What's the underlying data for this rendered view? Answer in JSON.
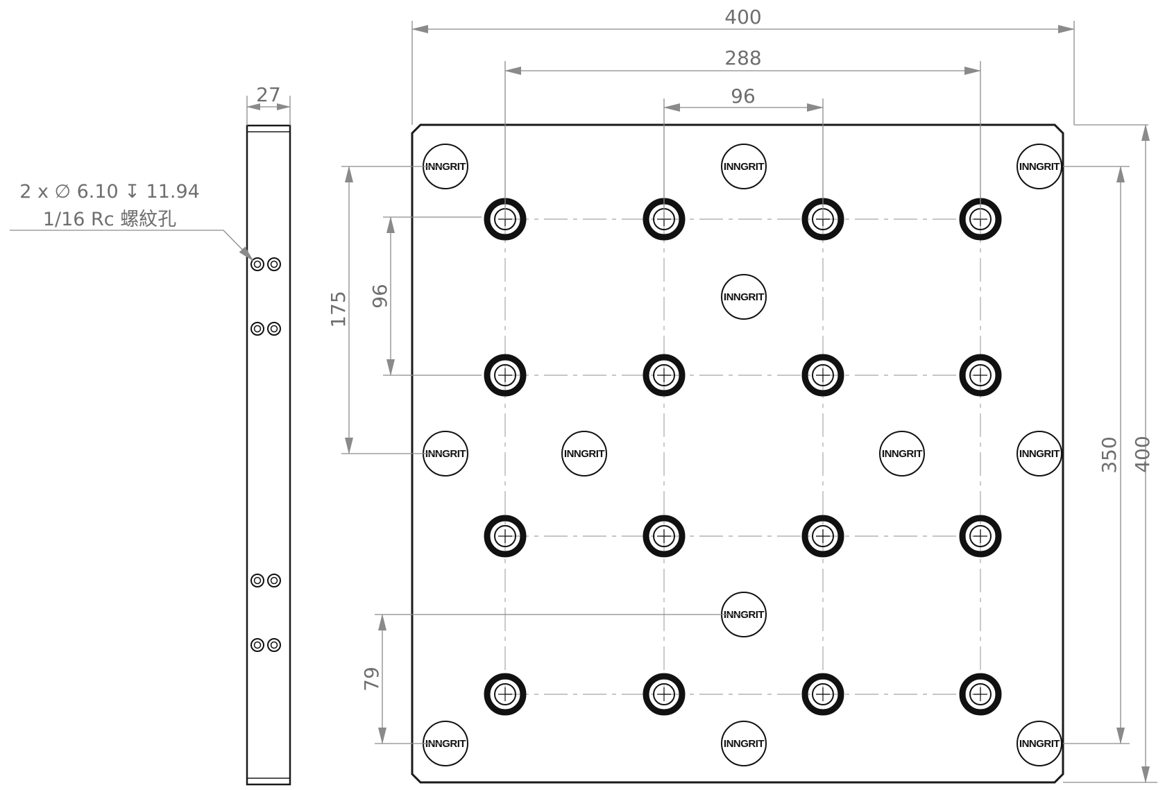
{
  "drawing": {
    "colors": {
      "outline": "#1a1a1a",
      "dimension": "#6e6e6e",
      "centerline": "#b4b4b4",
      "background": "#ffffff"
    },
    "dimensions": {
      "top_overall": "400",
      "top_middle": "288",
      "top_inner": "96",
      "side_thickness": "27",
      "right_outer": "400",
      "right_inner": "350",
      "left_175": "175",
      "left_96": "96",
      "left_79": "79"
    },
    "hole_note": {
      "line1": "2 x ∅ 6.10 ↧ 11.94",
      "line2": "1/16 Rc 螺紋孔"
    },
    "brand_label": "INNGRIT"
  }
}
